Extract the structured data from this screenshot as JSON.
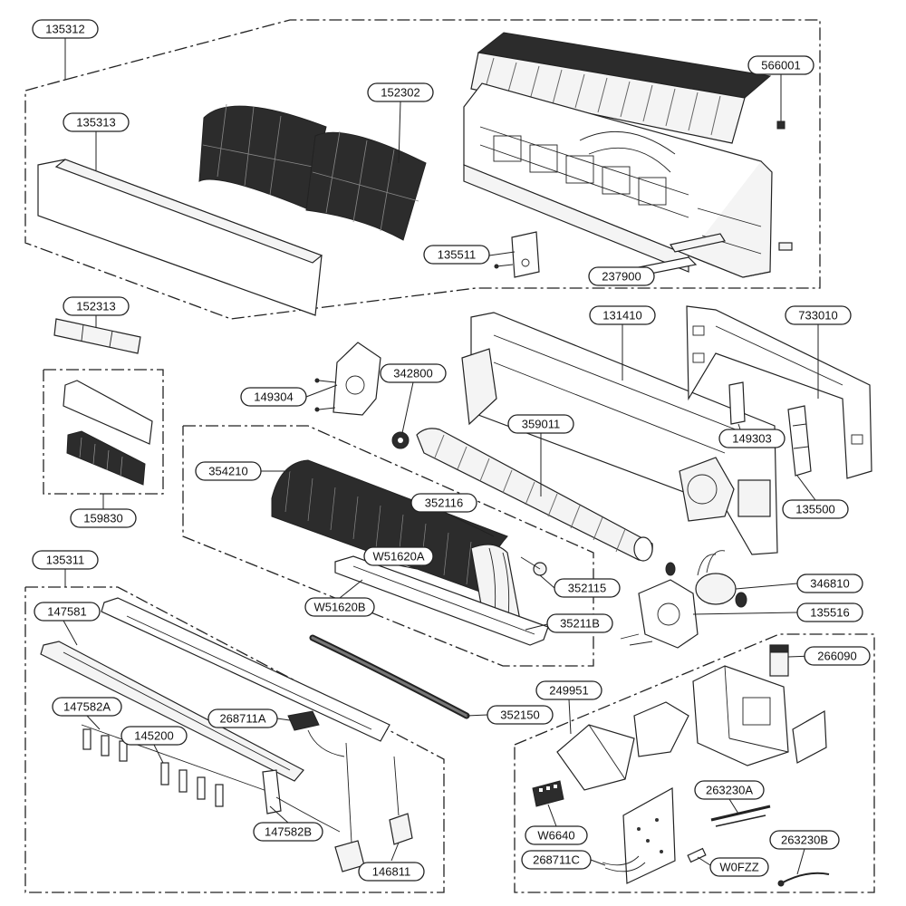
{
  "diagram": {
    "labels": {
      "l135312": "135312",
      "l566001": "566001",
      "l152302": "152302",
      "l135313": "135313",
      "l135511": "135511",
      "l237900": "237900",
      "l152313": "152313",
      "l131410": "131410",
      "l733010": "733010",
      "l342800": "342800",
      "l149304": "149304",
      "l359011": "359011",
      "l149303": "149303",
      "l354210": "354210",
      "l159830": "159830",
      "l352116": "352116",
      "l135500": "135500",
      "lW51620A": "W51620A",
      "l135311": "135311",
      "l352115": "352115",
      "l346810": "346810",
      "lW51620B": "W51620B",
      "l147581": "147581",
      "l35211B": "35211B",
      "l135516": "135516",
      "l266090": "266090",
      "l249951": "249951",
      "l147582A": "147582A",
      "l352150": "352150",
      "l145200": "145200",
      "l268711A": "268711A",
      "l263230A": "263230A",
      "l147582B": "147582B",
      "lW6640": "W6640",
      "l263230B": "263230B",
      "l268711C": "268711C",
      "lW0FZZ": "W0FZZ",
      "l146811": "146811"
    }
  }
}
